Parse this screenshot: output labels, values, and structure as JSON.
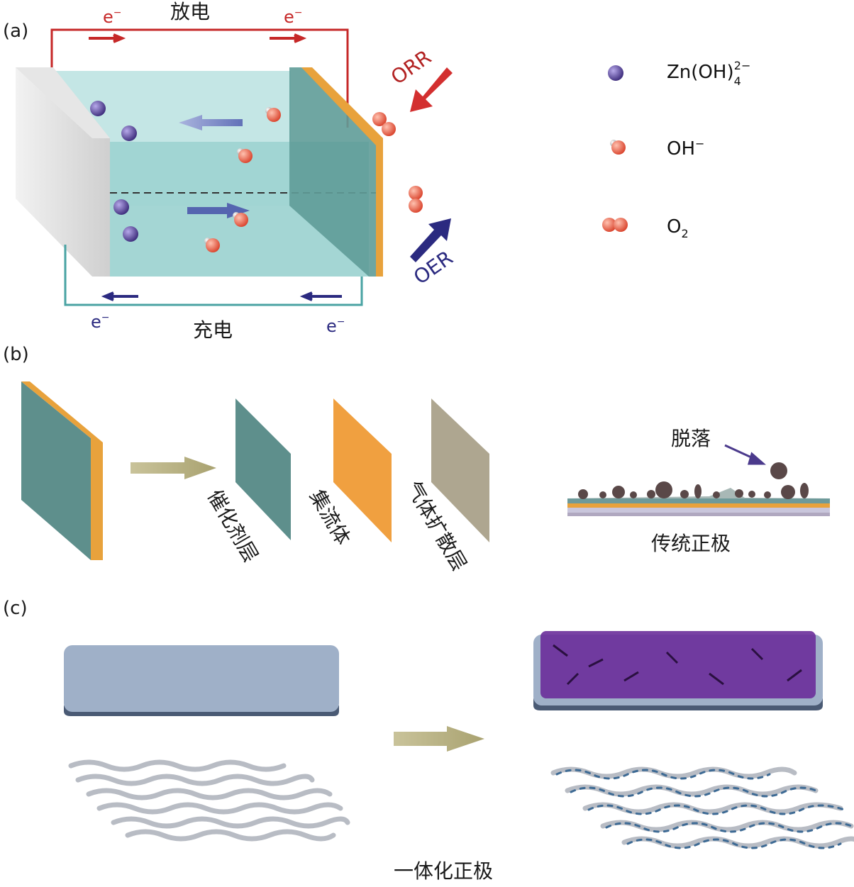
{
  "panel_a": {
    "label": "(a)",
    "discharge": "放电",
    "charge": "充电",
    "electron": "e",
    "electron_sup": "−",
    "orr": "ORR",
    "oer": "OER",
    "colors": {
      "discharge_wire": "#c62828",
      "charge_wire": "#4aa3a3",
      "electrolyte": "#9fd4d2",
      "zincate": "#4b3a8c",
      "oxygen": "#e8553f"
    }
  },
  "legend": {
    "zincate_main": "Zn(OH)",
    "zincate_sub": "4",
    "zincate_sup": "2−",
    "hydroxide_main": "OH",
    "hydroxide_sup": "−",
    "oxygen_main": "O",
    "oxygen_sub": "2"
  },
  "panel_b": {
    "label": "(b)",
    "layers": [
      "催化剂层",
      "集流体",
      "气体扩散层"
    ],
    "peeling": "脱落",
    "traditional": "传统正极",
    "colors": {
      "catalyst": "#5e8f8c",
      "collector": "#f0a040",
      "gdl": "#aea690"
    }
  },
  "panel_c": {
    "label": "(c)",
    "integrated": "一体化正极",
    "colors": {
      "substrate": "#9fb0c8",
      "nanostructure": "#6a2d9a",
      "mesh": "#b8bcc4"
    }
  }
}
